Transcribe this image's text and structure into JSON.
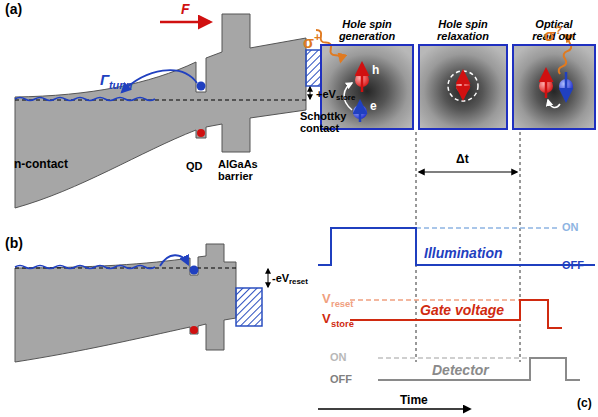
{
  "diagram": {
    "nodes": [
      {
        "text": [
          "Hole spin generation",
          "h",
          "e"
        ]
      },
      {
        "text": [
          "Hole spin relaxation"
        ]
      },
      {
        "text": [
          "Optical read out"
        ]
      }
    ],
    "labels": [
      "(a)",
      "F",
      "Γ",
      "tunn",
      "+eV",
      "store",
      "QD",
      "n-contact",
      "AlGaAs barrier",
      "Schottky contact",
      "(b)",
      "-eV",
      "reset",
      "σ",
      "+",
      "σ",
      "?",
      "ON",
      "OFF",
      "Illumination",
      "V",
      "reset",
      "V",
      "store",
      "Gate voltage",
      "ON",
      "OFF",
      "Detector",
      "Time",
      "Δt",
      "(c)"
    ]
  }
}
